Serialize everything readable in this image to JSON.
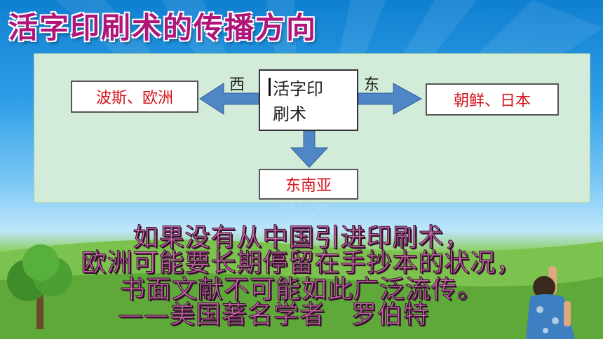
{
  "title": "活字印刷术的传播方向",
  "diagram": {
    "center_line1": "活字印",
    "center_line2": "刷术",
    "west_label": "西",
    "east_label": "东",
    "west_target": "波斯、欧洲",
    "east_target": "朝鲜、日本",
    "south_target": "东南亚",
    "arrow_color": "#4f86c6"
  },
  "quote": {
    "line1": "如果没有从中国引进印刷术，",
    "line2": "欧洲可能要长期停留在手抄本的状况，",
    "line3": "书面文献不可能如此广泛流传。",
    "line4": "——美国著名学者　罗伯特"
  }
}
